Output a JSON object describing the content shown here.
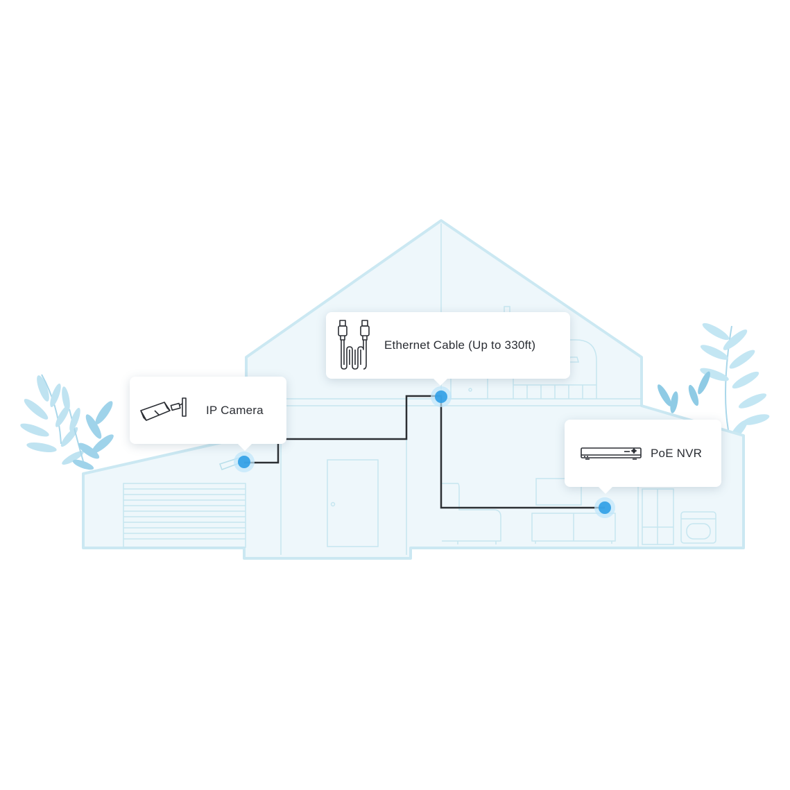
{
  "diagram": {
    "colors": {
      "house_fill": "#eef7fb",
      "house_line": "#bfe3ee",
      "plant": "#b6dff0",
      "plant_dark": "#8dcbe6",
      "cable": "#2b2f33",
      "node": "#2f9fe6",
      "node_glow": "#8fd0f5"
    },
    "nodes": [
      {
        "id": "ip-camera",
        "label": "IP Camera",
        "icon": "bullet-camera-icon"
      },
      {
        "id": "ethernet-cable",
        "label": "Ethernet Cable (Up to 330ft)",
        "icon": "ethernet-cable-icon"
      },
      {
        "id": "poe-nvr",
        "label": "PoE NVR",
        "icon": "nvr-recorder-icon"
      }
    ],
    "edges": [
      {
        "from": "ip-camera",
        "to": "ethernet-cable"
      },
      {
        "from": "ethernet-cable",
        "to": "poe-nvr"
      }
    ]
  }
}
